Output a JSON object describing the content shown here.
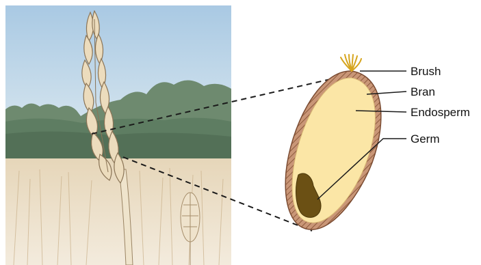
{
  "diagram": {
    "labels": {
      "brush": "Brush",
      "bran": "Bran",
      "endosperm": "Endosperm",
      "germ": "Germ"
    }
  },
  "colors": {
    "sky": "#bcd6ea",
    "trees": "#6f8a6e",
    "field": "#e9dcc3",
    "wheat_ear": "#e7d7b8",
    "bran": "#b7805c",
    "endosperm": "#fbe7a8",
    "germ": "#6b4f14",
    "brush": "#d6a51e",
    "leader": "#1a1a1a"
  }
}
